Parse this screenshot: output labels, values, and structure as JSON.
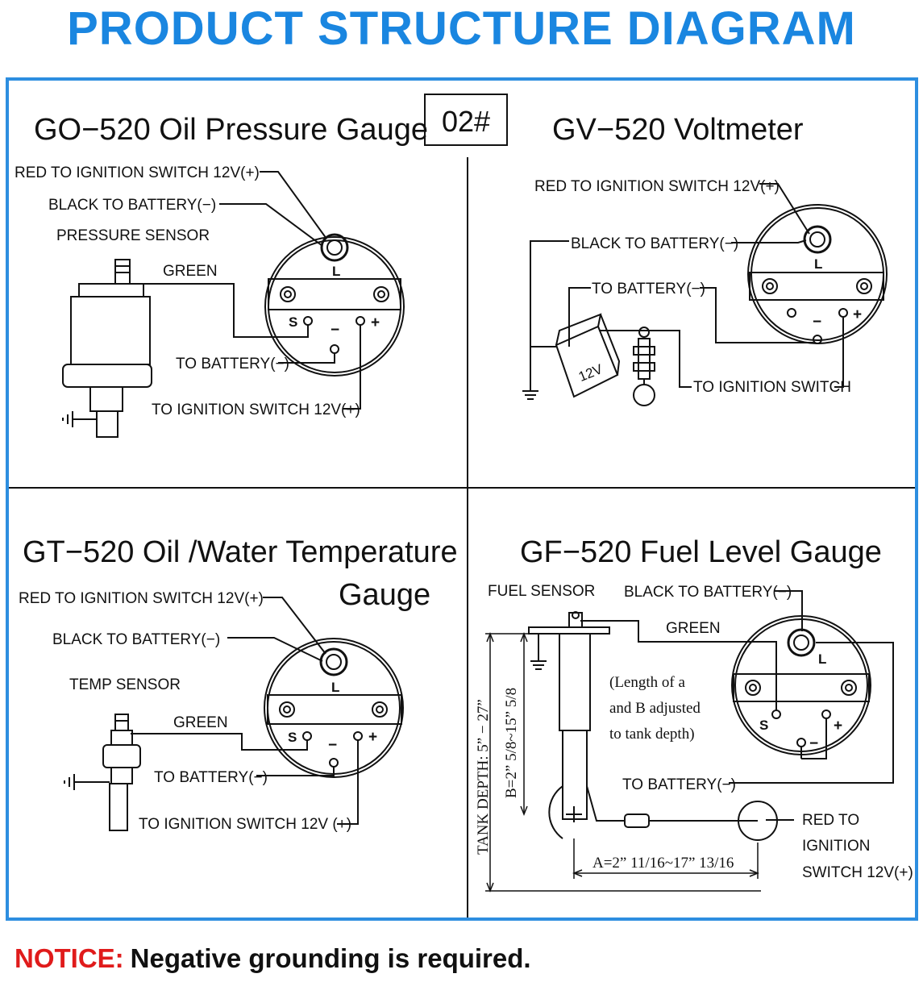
{
  "title": "PRODUCT STRUCTURE DIAGRAM",
  "colors": {
    "title": "#1a86e0",
    "frame": "#2d8ee0",
    "notice_key": "#e01b1b",
    "ink": "#111111"
  },
  "badge": "02#",
  "panels": {
    "oil_pressure": {
      "heading": "GO−520  Oil Pressure Gauge",
      "red_wire": "RED TO IGNITION SWITCH 12V(+)",
      "black_wire": "BLACK TO BATTERY(−)",
      "sensor": "PRESSURE SENSOR",
      "green": "GREEN",
      "to_battery": "TO BATTERY(−)",
      "to_ignition": "TO IGNITION SWITCH 12V(+)",
      "terminal_l": "L",
      "terminal_s": "S",
      "terminal_minus": "−",
      "terminal_plus": "+"
    },
    "voltmeter": {
      "heading": "GV−520    Voltmeter",
      "red_wire": "RED TO IGNITION SWITCH 12V(+)",
      "black_wire": "BLACK TO BATTERY(−)",
      "to_battery": "TO BATTERY(−)",
      "to_ignition": "TO IGNITION SWITCH",
      "battery_label": "12V",
      "terminal_l": "L",
      "terminal_minus": "−",
      "terminal_plus": "+"
    },
    "temperature": {
      "heading_1": "GT−520  Oil /Water Temperature",
      "heading_2": "Gauge",
      "red_wire": "RED TO IGNITION SWITCH 12V(+)",
      "black_wire": "BLACK TO BATTERY(−)",
      "sensor": "TEMP SENSOR",
      "green": "GREEN",
      "to_battery": "TO BATTERY(−)",
      "to_ignition": "TO IGNITION SWITCH 12V (+)",
      "terminal_l": "L",
      "terminal_s": "S",
      "terminal_minus": "−",
      "terminal_plus": "+"
    },
    "fuel": {
      "heading": "GF−520   Fuel Level Gauge",
      "sensor": "FUEL SENSOR",
      "black_wire": "BLACK TO BATTERY(−)",
      "green": "GREEN",
      "note_1": "(Length of a",
      "note_2": "and B adjusted",
      "note_3": "to tank depth)",
      "to_battery": "TO BATTERY(−)",
      "red_1": "RED TO",
      "red_2": "IGNITION",
      "red_3": "SWITCH 12V(+)",
      "tank_depth": "TANK DEPTH: 5” − 27”",
      "dim_b": "B=2”  5/8~15”  5/8",
      "dim_a": "A=2”  11/16~17”  13/16",
      "terminal_l": "L",
      "terminal_s": "S",
      "terminal_minus": "−",
      "terminal_plus": "+"
    }
  },
  "notice": {
    "key": "NOTICE:",
    "text": "Negative grounding is required."
  }
}
